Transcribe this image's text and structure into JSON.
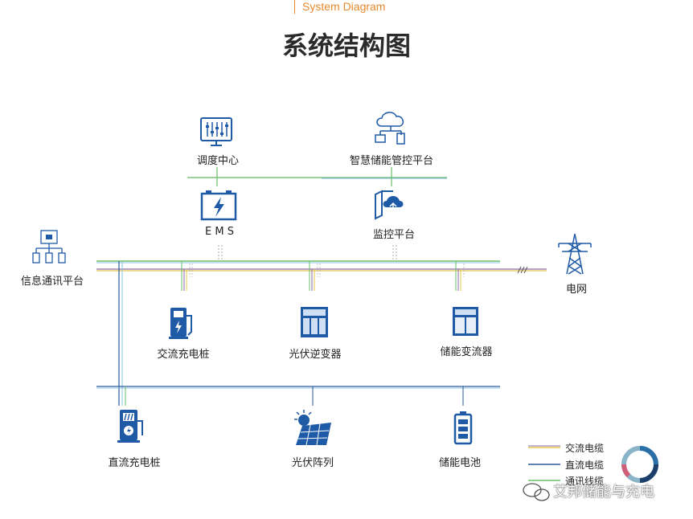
{
  "header": {
    "subtitle": "System Diagram",
    "title": "系统结构图"
  },
  "nodes": {
    "dispatch": "调度中心",
    "smart_platform": "智慧储能管控平台",
    "ems": "E M S",
    "monitor": "监控平台",
    "info_platform": "信息通讯平台",
    "grid": "电网",
    "ac_charger": "交流充电桩",
    "pv_inverter": "光伏逆变器",
    "pcs": "储能变流器",
    "dc_charger": "直流充电桩",
    "pv_array": "光伏阵列",
    "battery": "储能电池"
  },
  "legend": {
    "ac_cable": "交流电缆",
    "dc_cable": "直流电缆",
    "comm_cable": "通讯线缆"
  },
  "watermark": "艾邦储能与充电",
  "colors": {
    "ac_cable": "#e6c84a",
    "dc_cable": "#2d5a9a",
    "comm_cable": "#6abf69",
    "icon_blue": "#1f5aa6",
    "accent_orange": "#e8892c"
  }
}
